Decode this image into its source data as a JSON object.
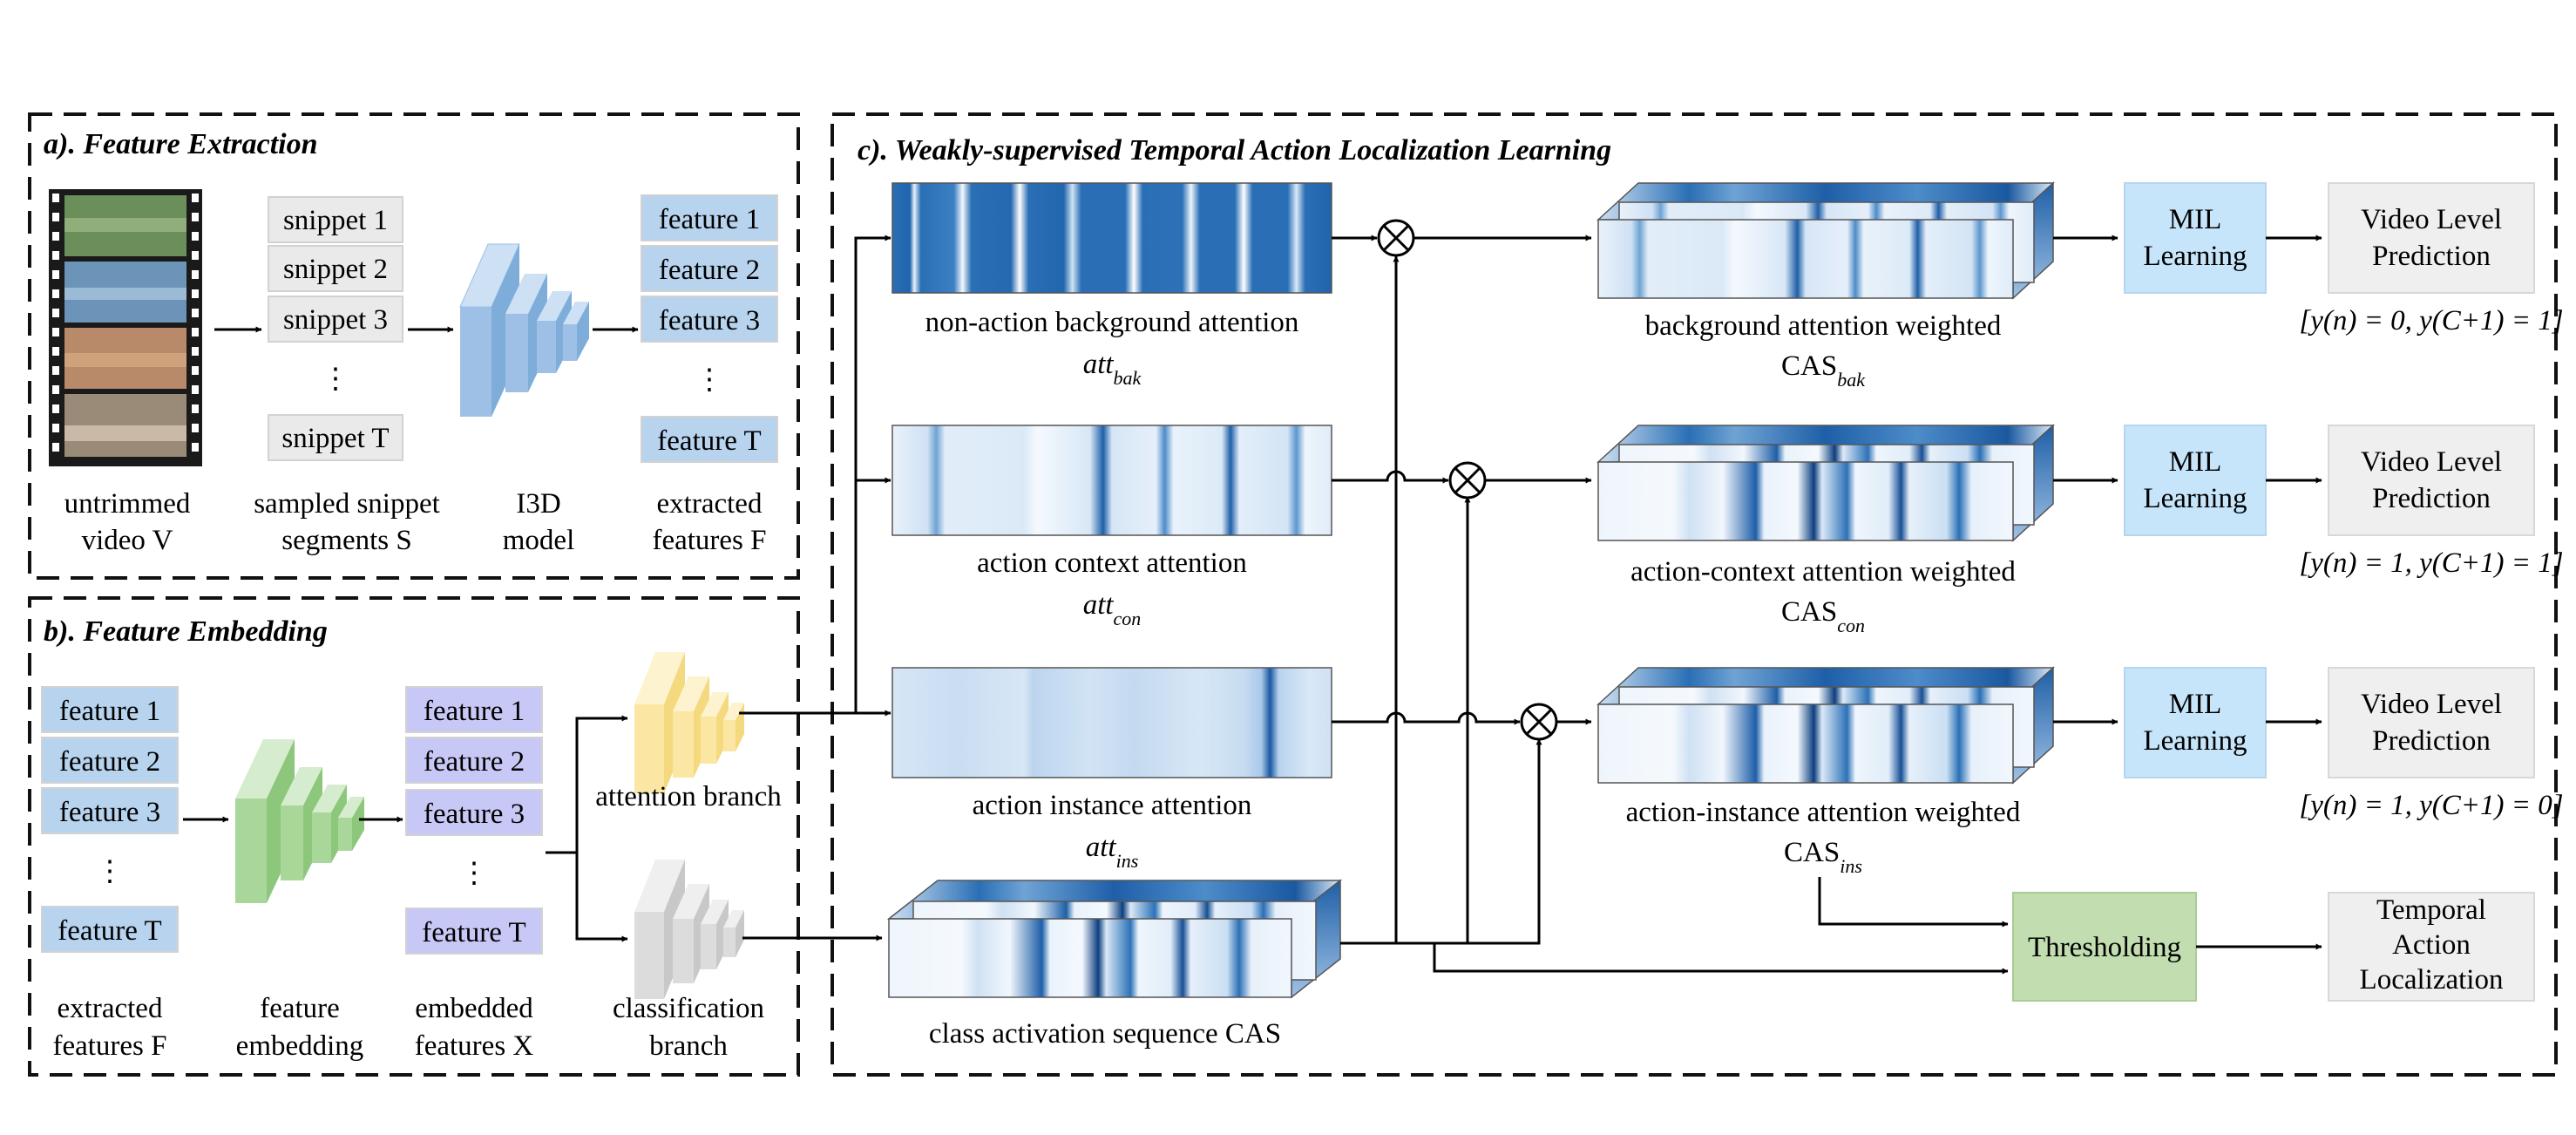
{
  "sections": {
    "a": "a). Feature Extraction",
    "b": "b). Feature Embedding",
    "c": "c). Weakly-supervised Temporal Action Localization Learning"
  },
  "extraction": {
    "snippets": [
      "snippet 1",
      "snippet 2",
      "snippet 3",
      "snippet T"
    ],
    "features": [
      "feature 1",
      "feature 2",
      "feature 3",
      "feature T"
    ],
    "ellipsis": "⋮",
    "label_video": [
      "untrimmed",
      "video V"
    ],
    "label_snippets": [
      "sampled snippet",
      "segments S"
    ],
    "label_i3d": [
      "I3D",
      "model"
    ],
    "label_features": [
      "extracted",
      "features F"
    ]
  },
  "embedding": {
    "features_in": [
      "feature 1",
      "feature 2",
      "feature 3",
      "feature T"
    ],
    "features_out": [
      "feature 1",
      "feature 2",
      "feature 3",
      "feature T"
    ],
    "label_in": [
      "extracted",
      "features F"
    ],
    "label_net": [
      "feature",
      "embedding"
    ],
    "label_out": [
      "embedded",
      "features X"
    ],
    "attention_branch": "attention branch",
    "classification_branch": [
      "classification",
      "branch"
    ]
  },
  "wtal": {
    "att_bak": {
      "label": "non-action background attention",
      "sym": "att",
      "sub": "bak"
    },
    "att_con": {
      "label": "action context attention",
      "sym": "att",
      "sub": "con"
    },
    "att_ins": {
      "label": "action instance attention",
      "sym": "att",
      "sub": "ins"
    },
    "cas": {
      "label": "class activation sequence CAS"
    },
    "cas_bak": {
      "label": "background attention weighted",
      "sym": "CAS",
      "sub": "bak"
    },
    "cas_con": {
      "label": "action-context attention weighted",
      "sym": "CAS",
      "sub": "con"
    },
    "cas_ins": {
      "label": "action-instance attention weighted",
      "sym": "CAS",
      "sub": "ins"
    },
    "mil": [
      "MIL",
      "Learning"
    ],
    "vlp": [
      "Video Level",
      "Prediction"
    ],
    "targets": [
      "[y(n) = 0, y(C+1) = 1]",
      "[y(n) = 1, y(C+1) = 1]",
      "[y(n) = 1, y(C+1) = 0]"
    ],
    "thresholding": "Thresholding",
    "tal": [
      "Temporal",
      "Action",
      "Localization"
    ],
    "mult": "⊗"
  },
  "colors": {
    "feature_blue": "#b7d3ee",
    "embed_purple": "#c8c8f6",
    "snippet_gray": "#eaeaea",
    "mil_blue": "#c6e5fa",
    "vlp_gray": "#efefef",
    "threshold_green": "#c2ddb0",
    "i3d_blue": "#9ec0e6",
    "embed_green": "#a9d79a",
    "att_yellow": "#fbe7a3",
    "cls_gray": "#dcdcdc"
  }
}
